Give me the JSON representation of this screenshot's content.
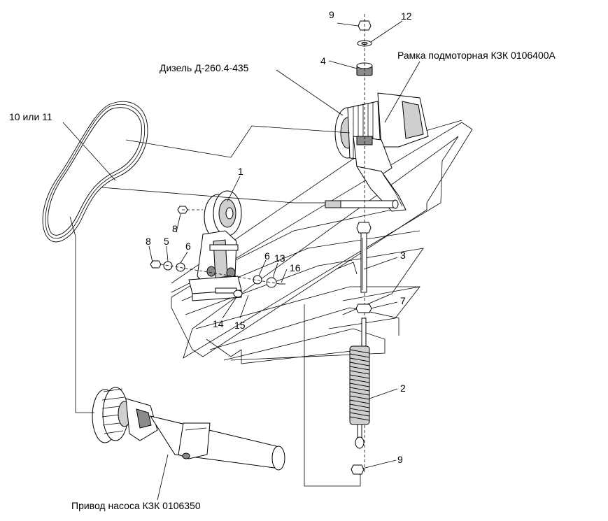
{
  "labels": {
    "engine": "Дизель Д-260.4-435",
    "frame": "Рамка подмоторная КЗК 0106400А",
    "pump_drive": "Привод насоса КЗК 0106350",
    "belt": "10 или 11"
  },
  "callouts": {
    "c1": "1",
    "c2": "2",
    "c3": "3",
    "c4": "4",
    "c5": "5",
    "c6a": "6",
    "c6b": "6",
    "c7": "7",
    "c8a": "8",
    "c8b": "8",
    "c9a": "9",
    "c9b": "9",
    "c12": "12",
    "c13": "13",
    "c14": "14",
    "c15": "15",
    "c16": "16"
  }
}
